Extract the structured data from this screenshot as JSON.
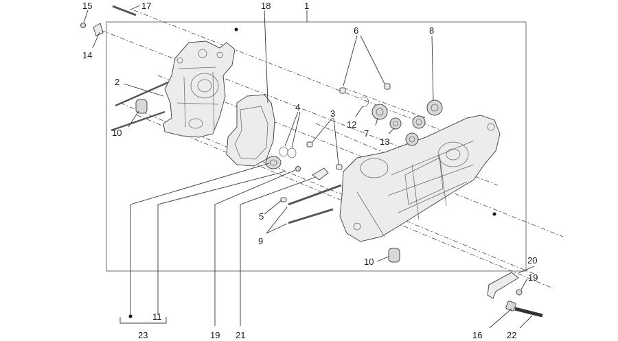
{
  "labels": {
    "l1": "1",
    "l2": "2",
    "l3": "3",
    "l4": "4",
    "l5": "5",
    "l6": "6",
    "l7": "7",
    "l8": "8",
    "l9": "9",
    "l10a": "10",
    "l10b": "10",
    "l11": "11",
    "l12": "12",
    "l13": "13",
    "l14": "14",
    "l15": "15",
    "l16": "16",
    "l17": "17",
    "l18": "18",
    "l19a": "19",
    "l19b": "19",
    "l20": "20",
    "l21": "21",
    "l22": "22",
    "l23": "23"
  }
}
